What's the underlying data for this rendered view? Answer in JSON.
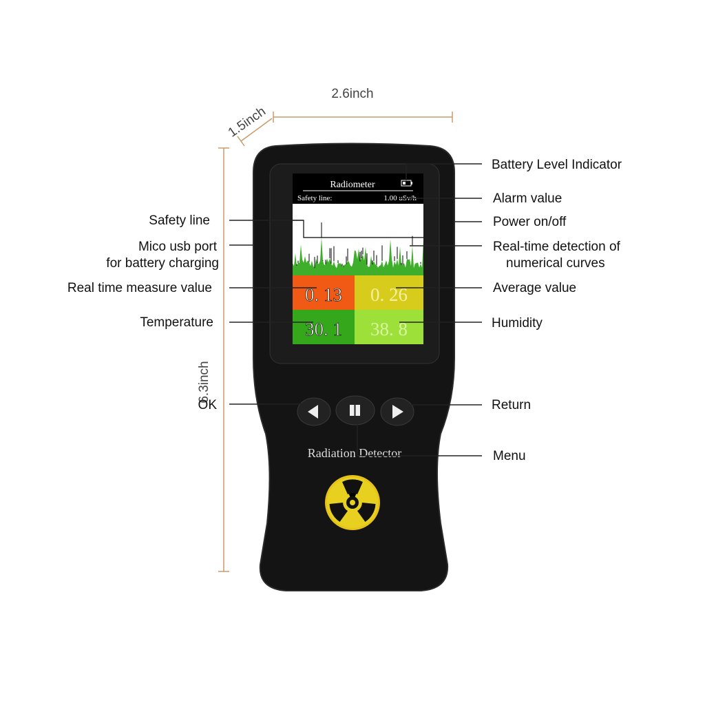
{
  "dimensions": {
    "width": "2.6inch",
    "depth": "1.5inch",
    "height": "6.3inch"
  },
  "device": {
    "brand_text": "Radiation Detector",
    "screen": {
      "title": "Radiometer",
      "safety_label": "Safety line:",
      "safety_value": "1.00 uSv/h",
      "realtime_value": "0. 13",
      "average_value": "0. 26",
      "temperature_value": "30. 1",
      "humidity_value": "38. 8",
      "tile_colors": {
        "realtime": "#f05a14",
        "average": "#d7cc1c",
        "temperature": "#34a81a",
        "humidity": "#9ee03a"
      },
      "graph_color": "#3fae2a"
    },
    "buttons": [
      "left-arrow",
      "ok-square",
      "right-arrow"
    ]
  },
  "labels_left": {
    "safety_line": "Safety line",
    "usb_port_1": "Mico usb port",
    "usb_port_2": "for battery charging",
    "realtime": "Real time measure value",
    "temperature": "Temperature",
    "ok": "OK"
  },
  "labels_right": {
    "battery": "Battery Level Indicator",
    "alarm": "Alarm value",
    "power": "Power on/off",
    "curves_1": "Real-time detection of",
    "curves_2": "numerical curves",
    "average": "Average value",
    "humidity": "Humidity",
    "return": "Return",
    "menu": "Menu"
  }
}
